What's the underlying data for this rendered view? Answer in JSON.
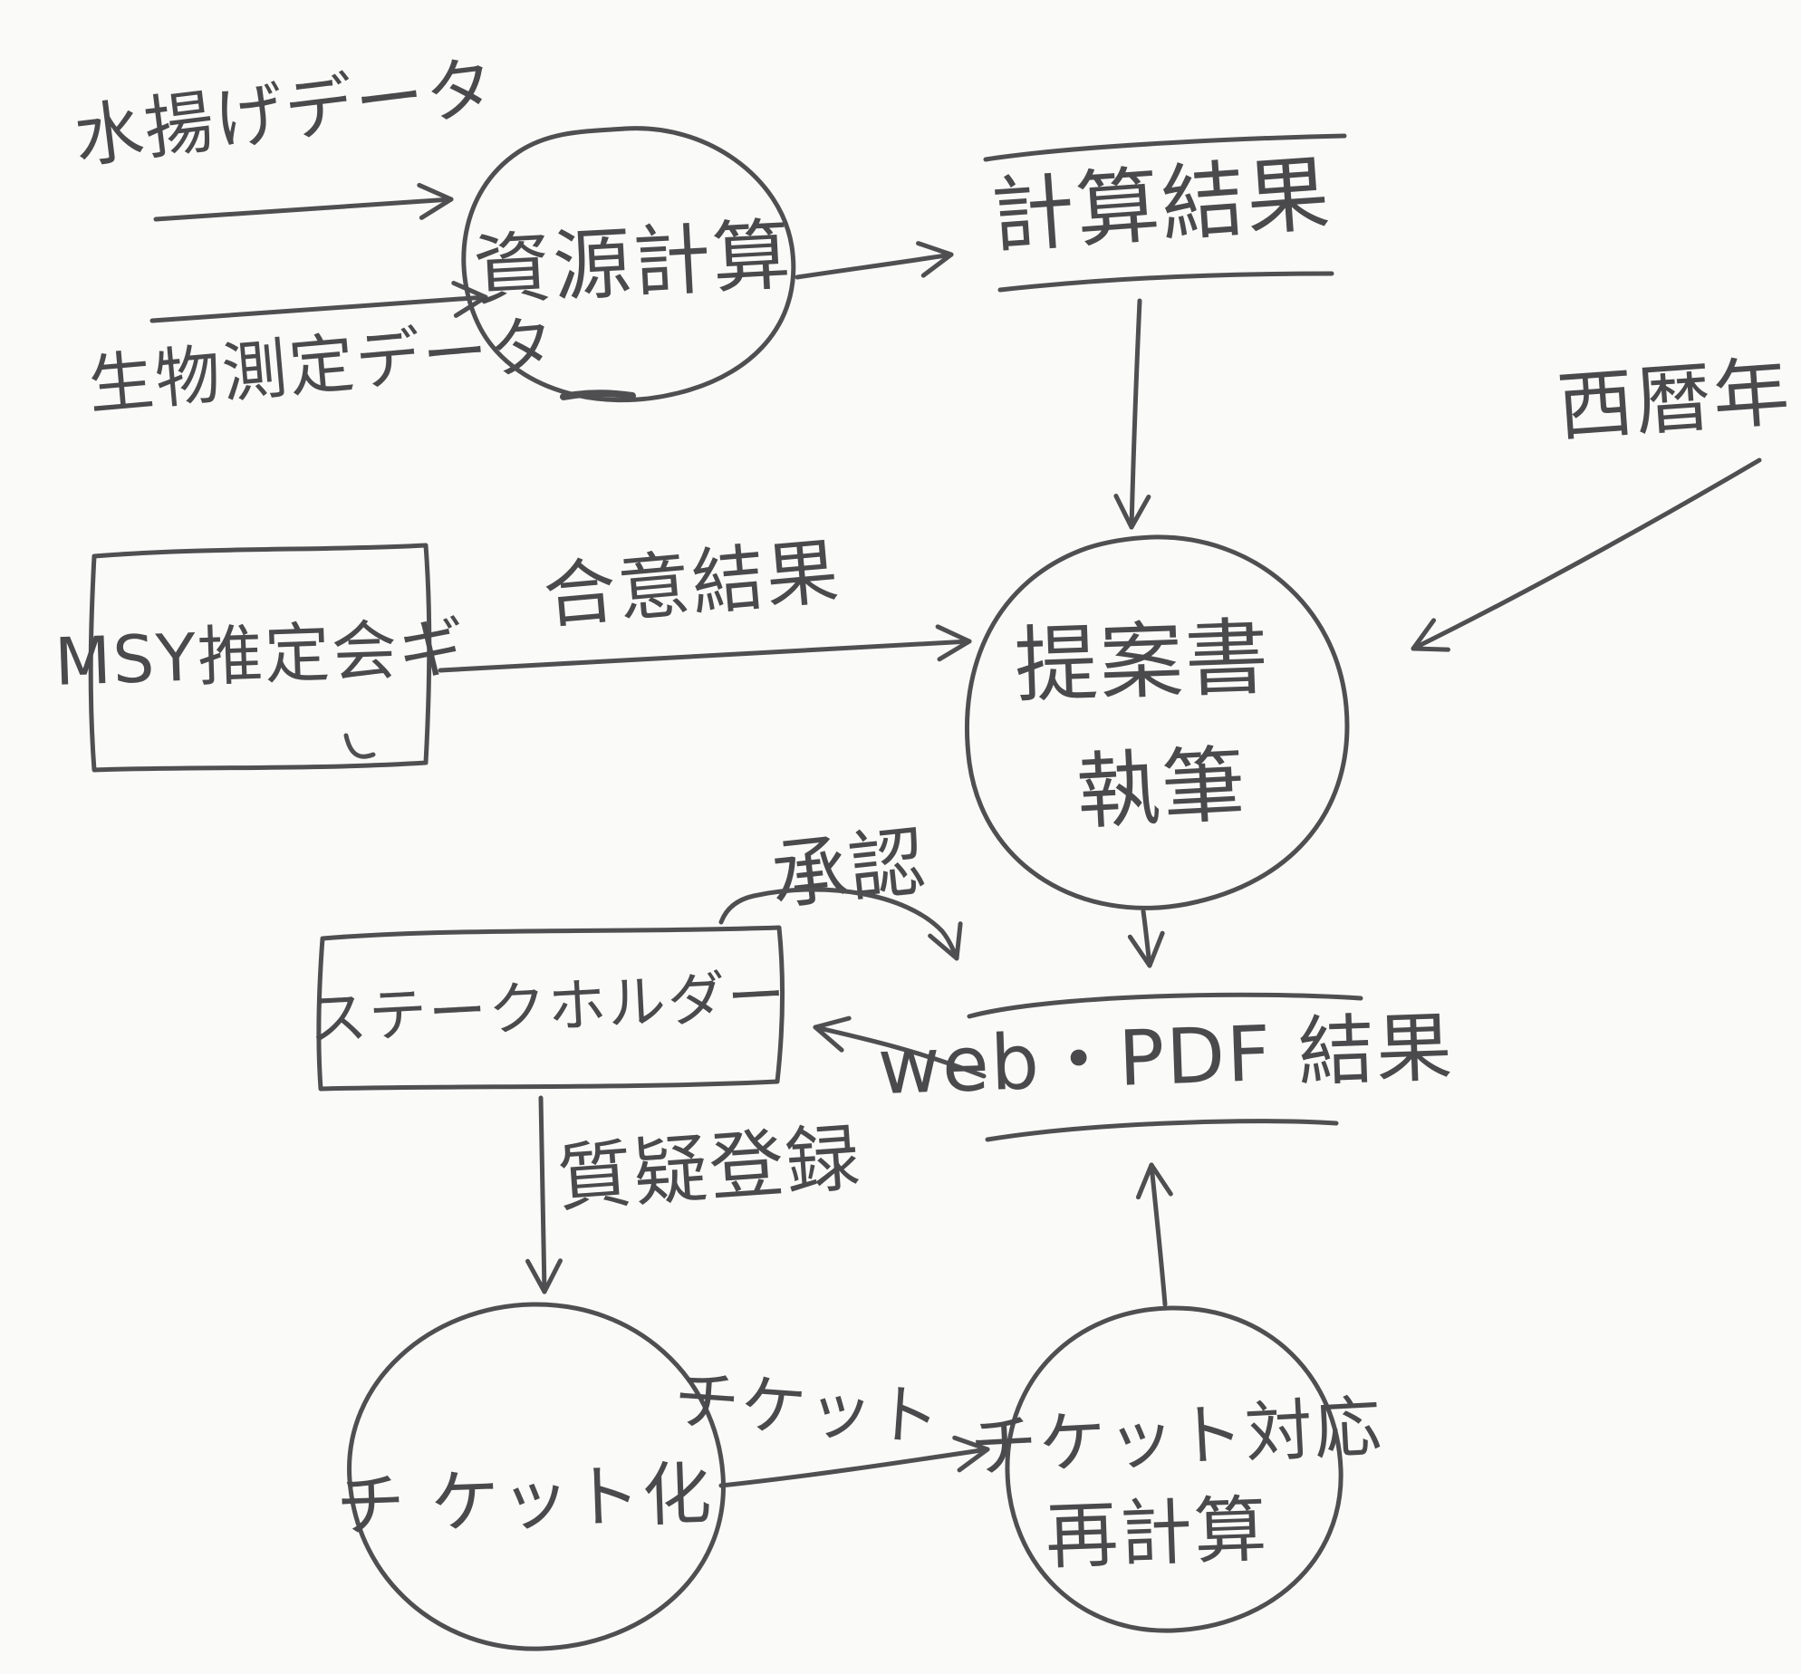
{
  "diagram": {
    "colors": {
      "background": "#fafaf8",
      "ink": "#4f4f52"
    },
    "external_inputs": {
      "landing_data": "水揚げデータ",
      "biological_measurement_data": "生物測定データ",
      "calendar_year": "西暦年"
    },
    "processes": {
      "resource_calculation": "資源計算",
      "proposal_writing_line1": "提案書",
      "proposal_writing_line2": "執筆",
      "ticketization": "チ ケット化",
      "ticket_response_recalc_line1": "チケット対応",
      "ticket_response_recalc_line2": "再計算"
    },
    "data_stores": {
      "calculation_result": "計算結果",
      "web_pdf_result": "web・PDF 結果"
    },
    "external_entities": {
      "msy_estimation_meeting": "MSY推定会ギ",
      "stakeholder": "ステークホルダー"
    },
    "flow_labels": {
      "agreement_result": "合意結果",
      "approval": "承認",
      "question_registration": "質疑登録",
      "ticket": "チケット"
    }
  }
}
